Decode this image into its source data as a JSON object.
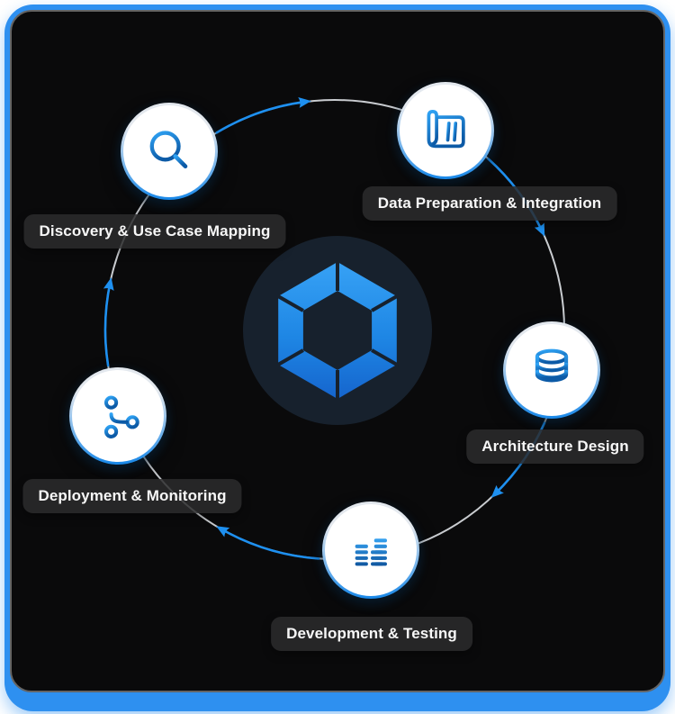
{
  "diagram": {
    "flow_direction": "clockwise",
    "center_logo": "hexagon-gem-logo",
    "stages": [
      {
        "label": "Discovery & Use Case Mapping",
        "icon": "zoom-in-icon"
      },
      {
        "label": "Data Preparation & Integration",
        "icon": "blueprint-icon"
      },
      {
        "label": "Architecture Design",
        "icon": "database-icon"
      },
      {
        "label": "Development & Testing",
        "icon": "equalizer-bars-icon"
      },
      {
        "label": "Deployment & Monitoring",
        "icon": "git-branch-icon"
      }
    ],
    "colors": {
      "accent_blue": "#1E90F0",
      "frame_blue": "#2E90F0",
      "card_background": "#0A0A0B",
      "card_border": "#646464",
      "connector_grey": "#C9CCD0",
      "label_background": "#2B2B2D",
      "label_text": "#F7F7F7",
      "center_circle": "#17212D",
      "node_background": "#FFFFFF",
      "icon_gradient_start": "#2FA3F5",
      "icon_gradient_end": "#0C5AA6"
    }
  }
}
